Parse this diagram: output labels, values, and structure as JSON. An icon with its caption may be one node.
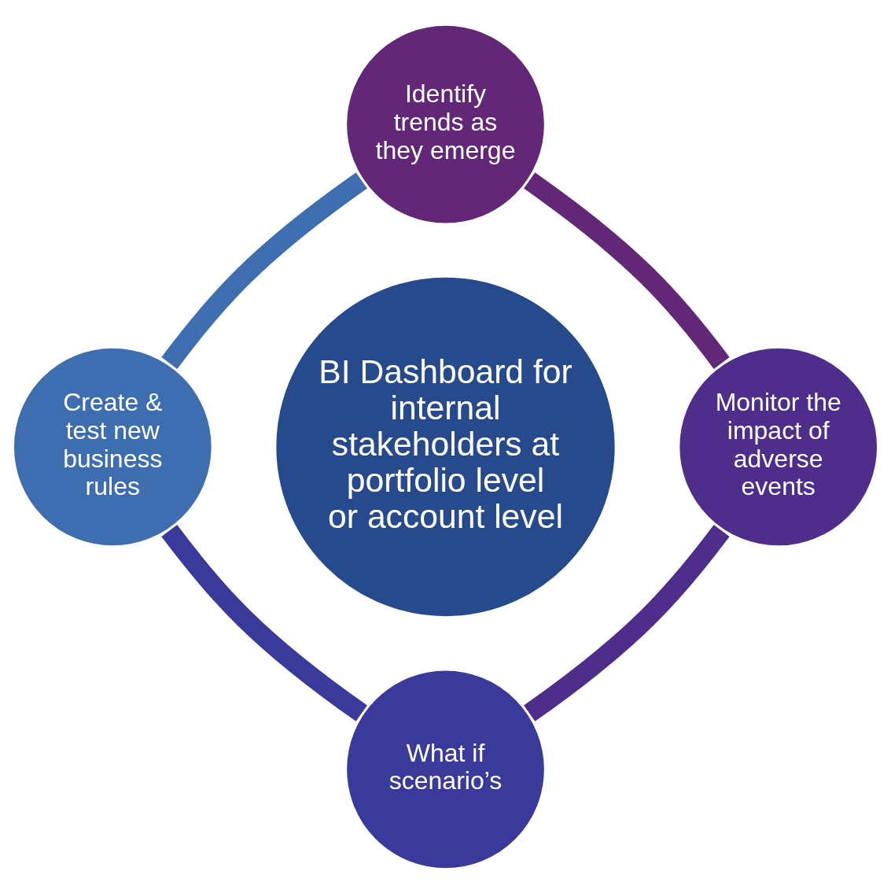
{
  "diagram": {
    "nodes": [
      {
        "text": [
          "BI Dashboard for internal stakeholders at portfolio level or account level"
        ]
      },
      {
        "text": [
          "Identify trends as they emerge"
        ]
      },
      {
        "text": [
          "Monitor the impact of adverse events"
        ]
      },
      {
        "text": [
          "What if scenario’s"
        ]
      },
      {
        "text": [
          "Create & test new business rules"
        ]
      }
    ],
    "edges": [
      {
        "from": 1,
        "to": 2,
        "arrow": "none",
        "color": "#622776"
      },
      {
        "from": 2,
        "to": 3,
        "arrow": "none",
        "color": "#4f2d8a"
      },
      {
        "from": 3,
        "to": 4,
        "arrow": "none",
        "color": "#3a3a9a"
      },
      {
        "from": 4,
        "to": 1,
        "arrow": "none",
        "color": "#3f6eb0"
      }
    ]
  }
}
